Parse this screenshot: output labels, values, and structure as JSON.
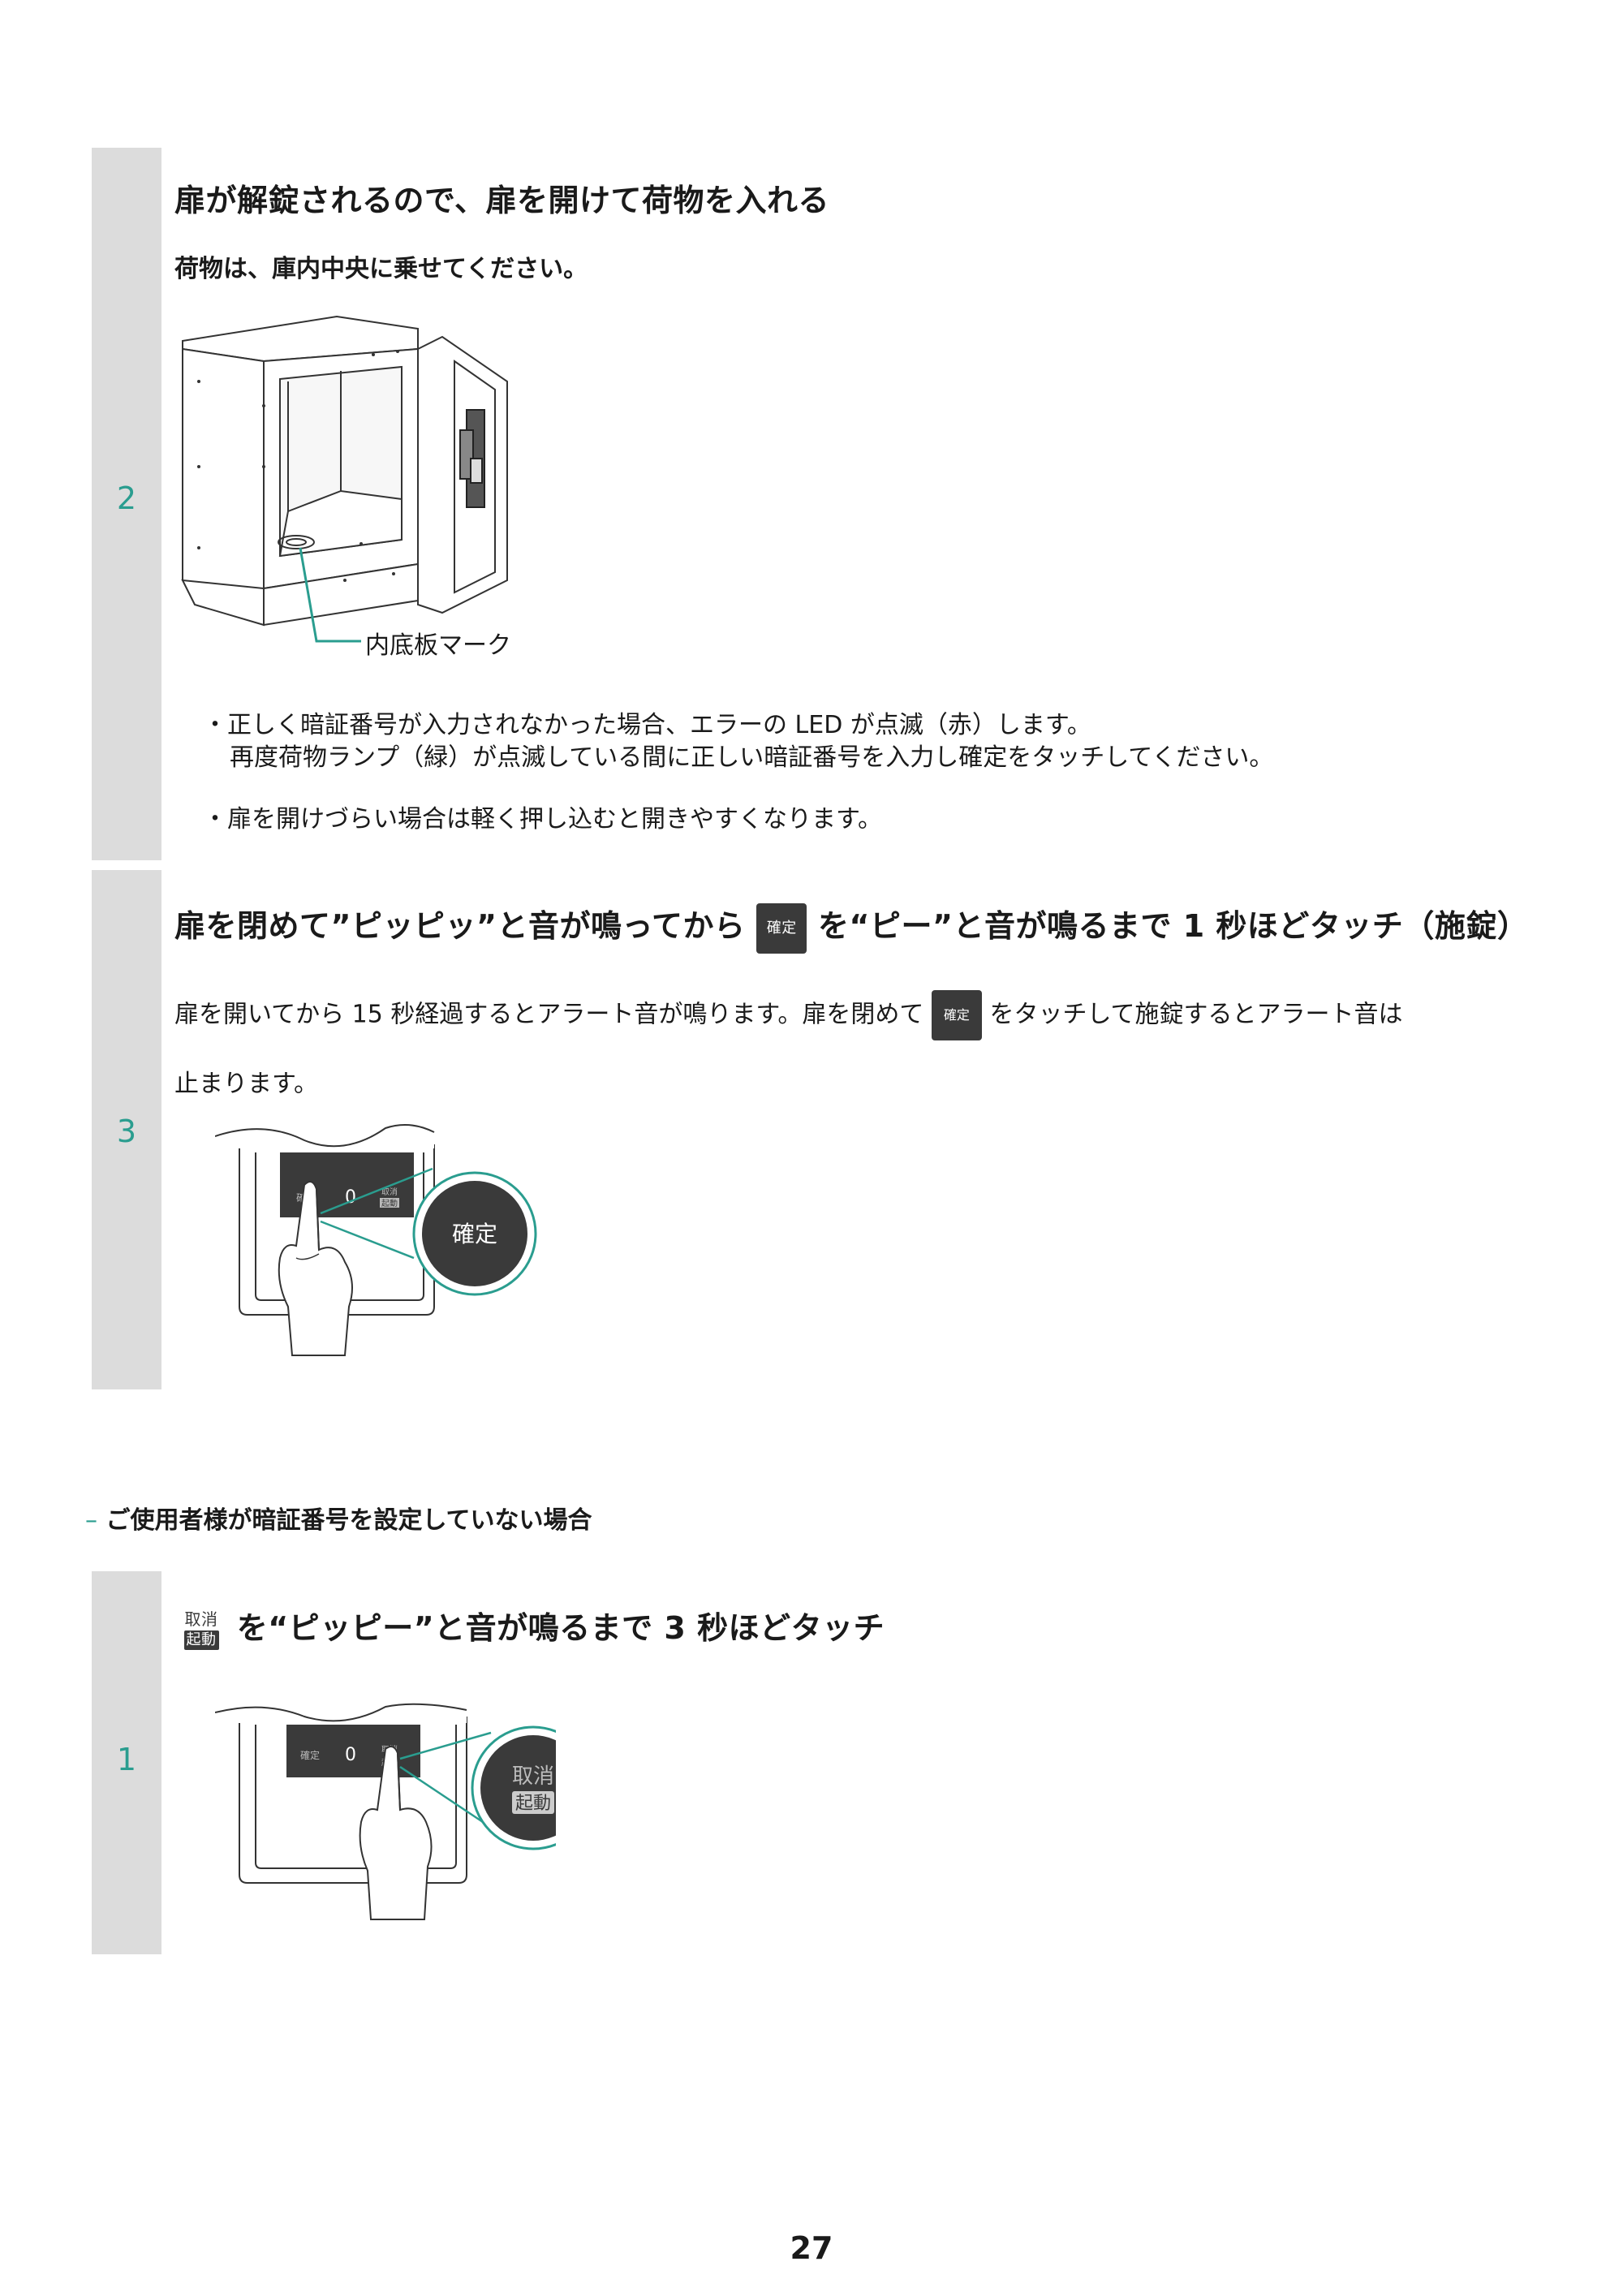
{
  "steps": [
    {
      "number": "2",
      "title": "扉が解錠されるので、扉を開けて荷物を入れる",
      "subtitle": "荷物は、庫内中央に乗せてください。",
      "callout_label": "内底板マーク",
      "bullets": [
        {
          "line1": "正しく暗証番号が入力されなかった場合、エラーの LED が点滅（赤）します。",
          "line2": "再度荷物ランプ（緑）が点滅している間に正しい暗証番号を入力し確定をタッチしてください。"
        },
        {
          "line1": "扉を開けづらい場合は軽く押し込むと開きやすくなります。",
          "line2": ""
        }
      ]
    },
    {
      "number": "3",
      "title_before": "扉を閉めて”ピッピッ”と音が鳴ってから",
      "title_key": "確定",
      "title_after": "を“ピー”と音が鳴るまで 1 秒ほどタッチ（施錠）",
      "body_before": "扉を開いてから 15 秒経過するとアラート音が鳴ります。扉を閉めて",
      "body_key": "確定",
      "body_after": "をタッチして施錠するとアラート音は",
      "body_line2": "止まります。",
      "illus_keys": {
        "kakutei": "確定",
        "zero": "0",
        "torikeshi": "取消",
        "kidou": "起動",
        "zoom": "確定"
      }
    }
  ],
  "section": {
    "dash": "–",
    "heading": "ご使用者様が暗証番号を設定していない場合"
  },
  "step_b": {
    "number": "1",
    "key_top": "取消",
    "key_bottom": "起動",
    "title_after": "を“ピッピー”と音が鳴るまで 3 秒ほどタッチ",
    "illus_keys": {
      "kakutei": "確定",
      "zero": "0",
      "torikeshi": "取消",
      "kidou": "起動",
      "zoom_top": "取消",
      "zoom_bottom": "起動"
    }
  },
  "page_number": "27"
}
